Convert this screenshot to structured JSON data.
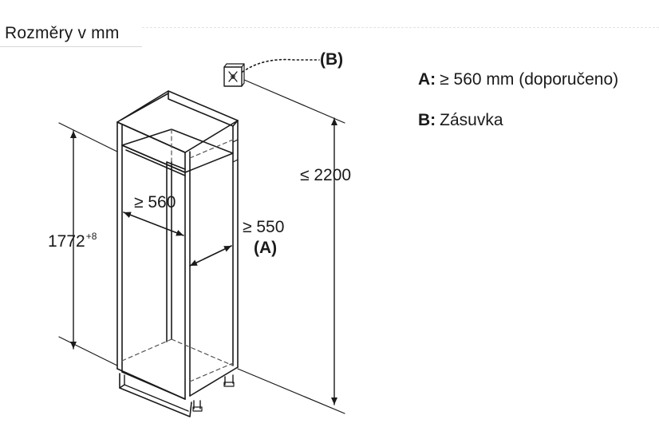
{
  "heading": "Rozměry v mm",
  "legend": {
    "a_key": "A:",
    "a_text": "≥ 560 mm (doporučeno)",
    "b_key": "B:",
    "b_text": "Zásuvka"
  },
  "labels": {
    "socket": "(B)",
    "height_main": "1772",
    "height_tolerance": "+8",
    "width": "≥ 560",
    "depth": "≥ 550",
    "depth_ref": "(A)",
    "total_height": "≤ 2200"
  },
  "colors": {
    "line": "#1a1a1a",
    "text": "#1a1a1a",
    "hidden_line": "#555555"
  },
  "icons": [
    "power-socket-icon"
  ]
}
